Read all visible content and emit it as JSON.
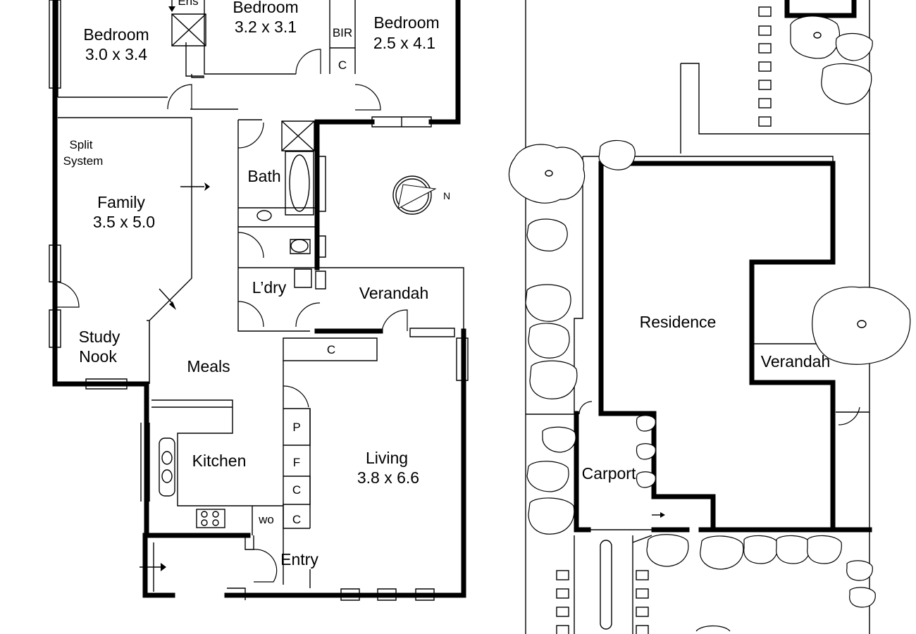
{
  "floorplan": {
    "rooms": {
      "bedroom_left": {
        "name": "Bedroom",
        "size": "3.0 x 3.4"
      },
      "bedroom_mid": {
        "name": "Bedroom",
        "size": "3.2 x 3.1"
      },
      "bedroom_right": {
        "name": "Bedroom",
        "size": "2.5 x 4.1"
      },
      "ens": "Ens",
      "bir": "BIR",
      "robe_c": "C",
      "split_system_1": "Split",
      "split_system_2": "System",
      "family": {
        "name": "Family",
        "size": "3.5 x 5.0"
      },
      "bath": "Bath",
      "laundry": "L’dry",
      "verandah": "Verandah",
      "verandah_cupboard": "C",
      "study_1": "Study",
      "study_2": "Nook",
      "meals": "Meals",
      "kitchen": "Kitchen",
      "pantry": "P",
      "fridge": "F",
      "kitchen_c1": "C",
      "kitchen_c2": "C",
      "wo": "wo",
      "living": {
        "name": "Living",
        "size": "3.8 x 6.6"
      },
      "entry": "Entry"
    },
    "compass_label": "N"
  },
  "siteplan": {
    "residence": "Residence",
    "verandah": "Verandah",
    "carport": "Carport"
  }
}
